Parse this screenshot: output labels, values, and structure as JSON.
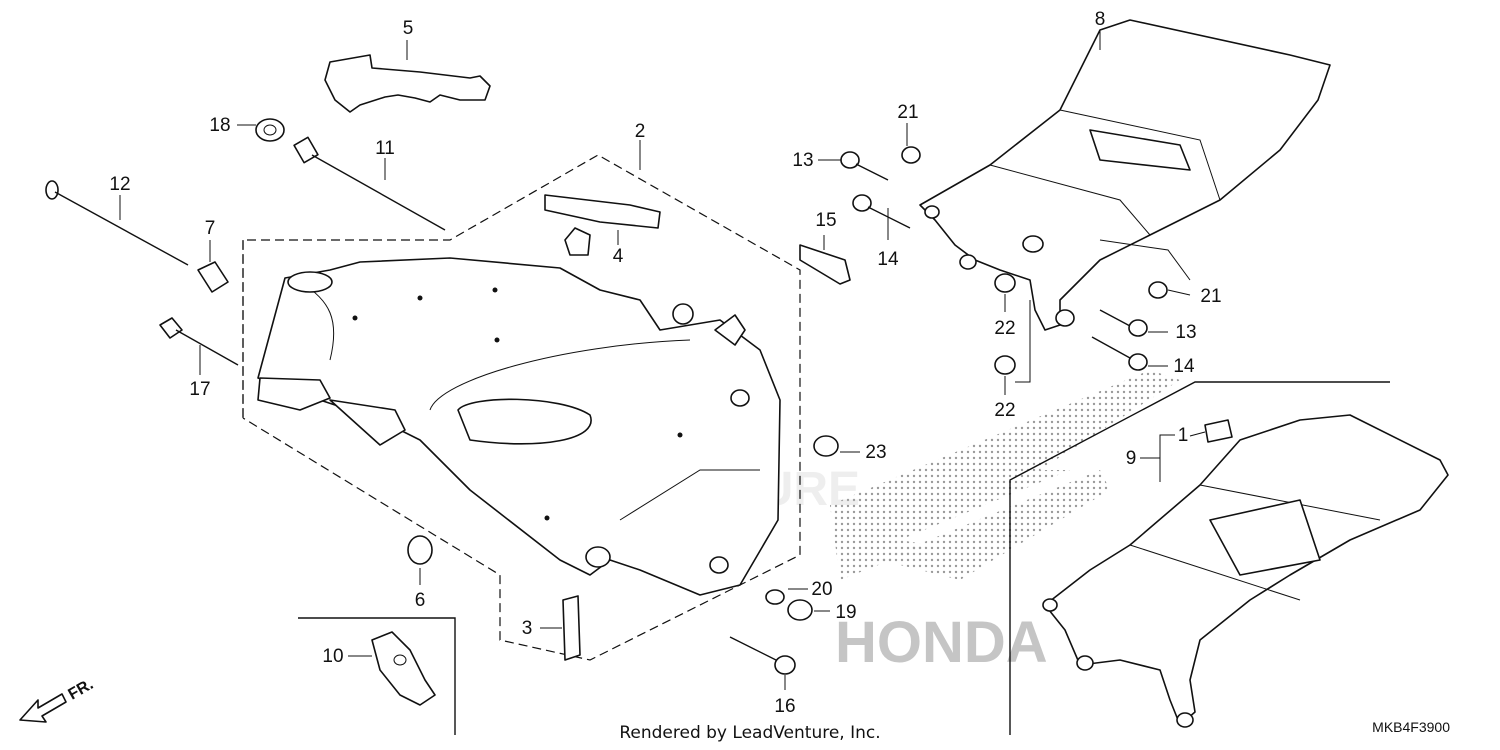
{
  "callouts": {
    "c1": "1",
    "c2": "2",
    "c3": "3",
    "c4": "4",
    "c5": "5",
    "c6": "6",
    "c7": "7",
    "c8": "8",
    "c9": "9",
    "c10": "10",
    "c11": "11",
    "c12": "12",
    "c13a": "13",
    "c13b": "13",
    "c14a": "14",
    "c14b": "14",
    "c15": "15",
    "c16": "16",
    "c17": "17",
    "c18": "18",
    "c19": "19",
    "c20": "20",
    "c21a": "21",
    "c21b": "21",
    "c22a": "22",
    "c22b": "22",
    "c23": "23"
  },
  "front_arrow_label": "FR.",
  "footer": "Rendered by LeadVenture, Inc.",
  "diagram_code": "MKB4F3900",
  "watermark": {
    "brand": "HONDA",
    "company": "LEADVENTURE"
  },
  "colors": {
    "line": "#111111",
    "watermark": "#bfbfbf",
    "background": "#ffffff"
  }
}
